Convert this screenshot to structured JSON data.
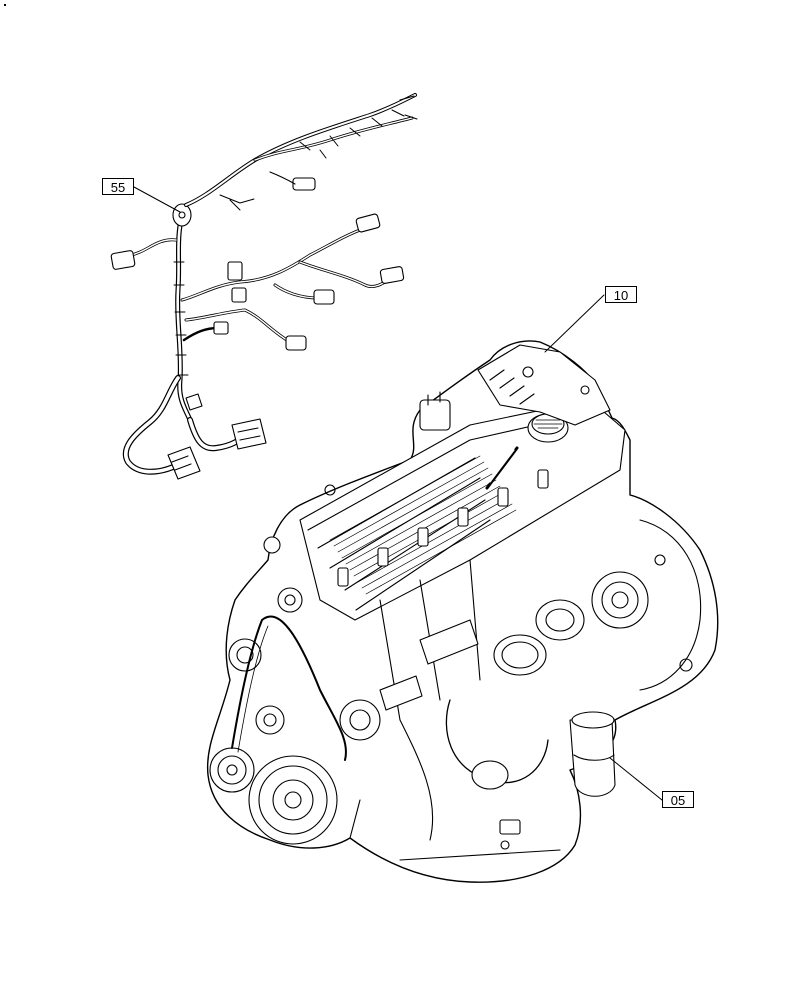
{
  "callouts": {
    "harness": "55",
    "ecu": "10",
    "filter": "05"
  },
  "colors": {
    "line": "#000000",
    "background": "#ffffff"
  }
}
